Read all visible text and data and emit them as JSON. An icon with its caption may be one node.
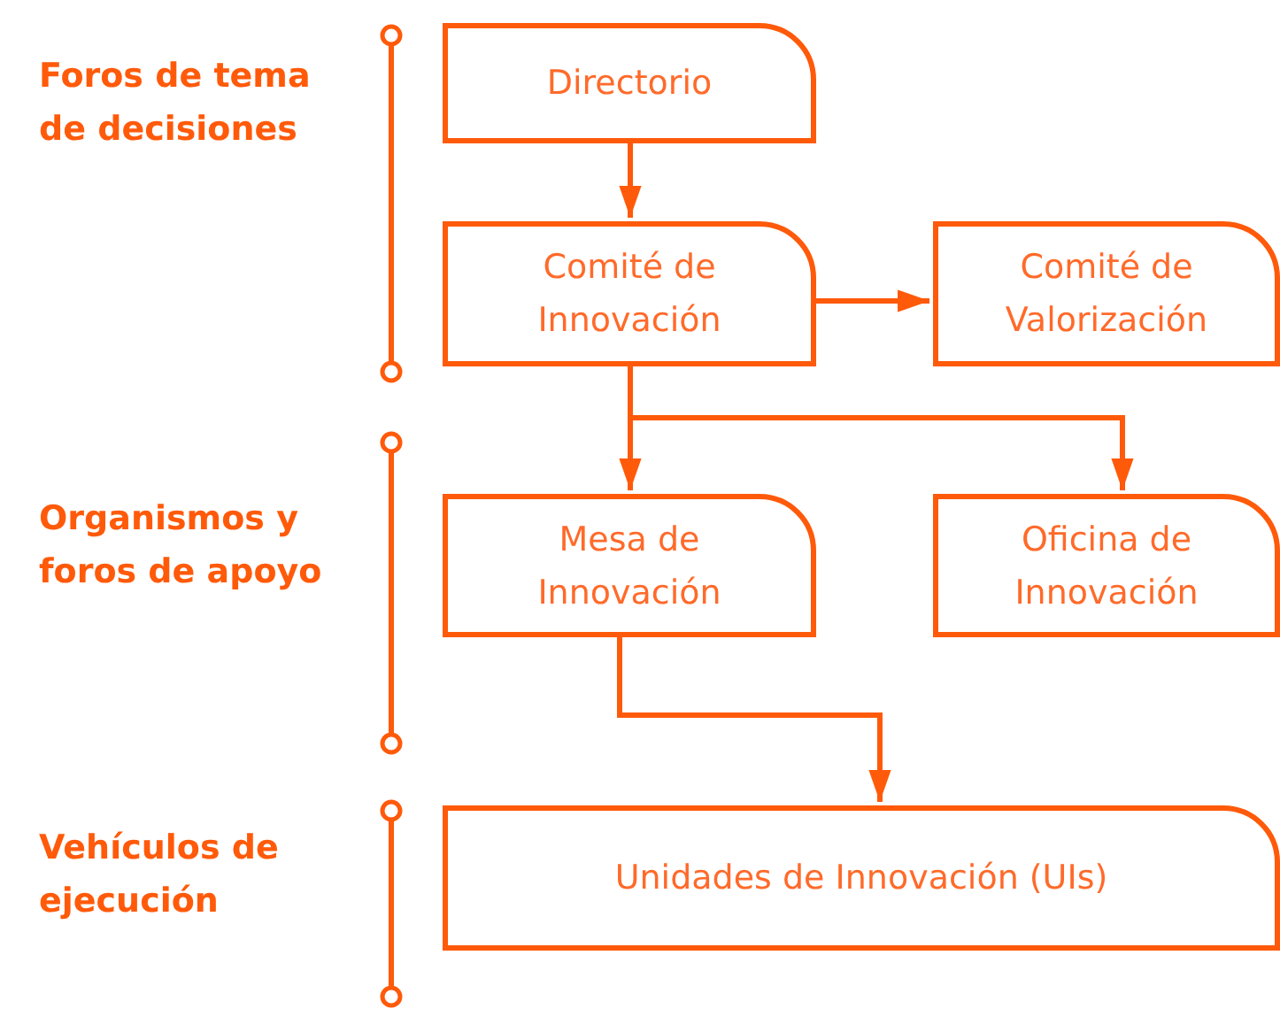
{
  "diagram": {
    "nodes": [
      {
        "text": [
          "Directorio"
        ]
      },
      {
        "text": [
          "Comité de Innovación"
        ]
      },
      {
        "text": [
          "Comité de Valorización"
        ]
      },
      {
        "text": [
          "Mesa de Innovación"
        ]
      },
      {
        "text": [
          "Oficina de Innovación"
        ]
      },
      {
        "text": [
          "Unidades de Innovación (UIs)"
        ]
      }
    ],
    "edges": [
      {
        "from": 0,
        "to": 1,
        "arrow": "to"
      },
      {
        "from": 1,
        "to": 2,
        "arrow": "to"
      },
      {
        "from": 1,
        "to": 3,
        "arrow": "to"
      },
      {
        "from": 1,
        "to": 4,
        "arrow": "to"
      },
      {
        "from": 3,
        "to": 5,
        "arrow": "to"
      }
    ],
    "labels": [
      "Foros de tema de decisiones",
      "Organismos y foros de apoyo",
      "Vehículos de ejecución"
    ]
  }
}
